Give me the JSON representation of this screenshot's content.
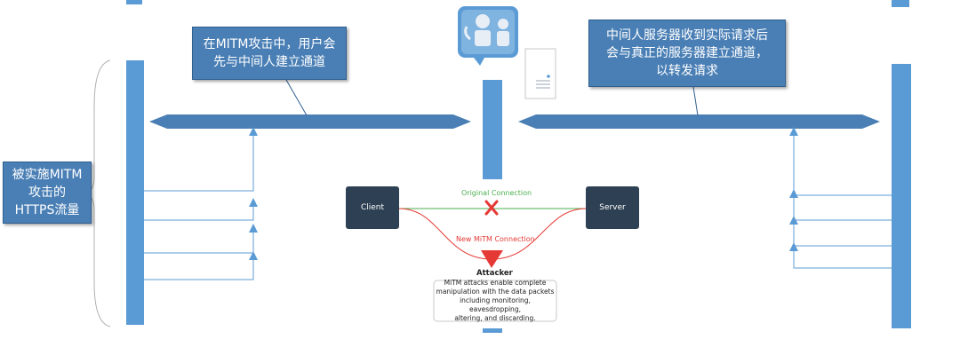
{
  "callouts": {
    "left_top": "在MITM攻击中，用户会\n先与中间人建立通道",
    "right_top": "中间人服务器收到实际请求后\n会与真正的服务器建立通道，\n以转发请求",
    "left_side": "被实施MITM\n攻击的\nHTTPS流量"
  },
  "mitm": {
    "client_label": "Client",
    "server_label": "Server",
    "original_connection": "Original Connection",
    "new_connection": "New MiTM Connection",
    "attacker_label": "Attacker",
    "note": "MiTM attacks enable complete\nmanipulation with the data packets\nincluding monitoring, eavesdropping,\naltering, and discarding."
  },
  "colors": {
    "bar_blue": "#5b9bd5",
    "arrow_blue": "#4a7fb5",
    "node_dark": "#2e4053",
    "original_green": "#4caf50",
    "mitm_red": "#e53935"
  },
  "icons": [
    "chat-agent-icon",
    "document-icon",
    "x-mark-icon",
    "attacker-triangle-icon"
  ]
}
